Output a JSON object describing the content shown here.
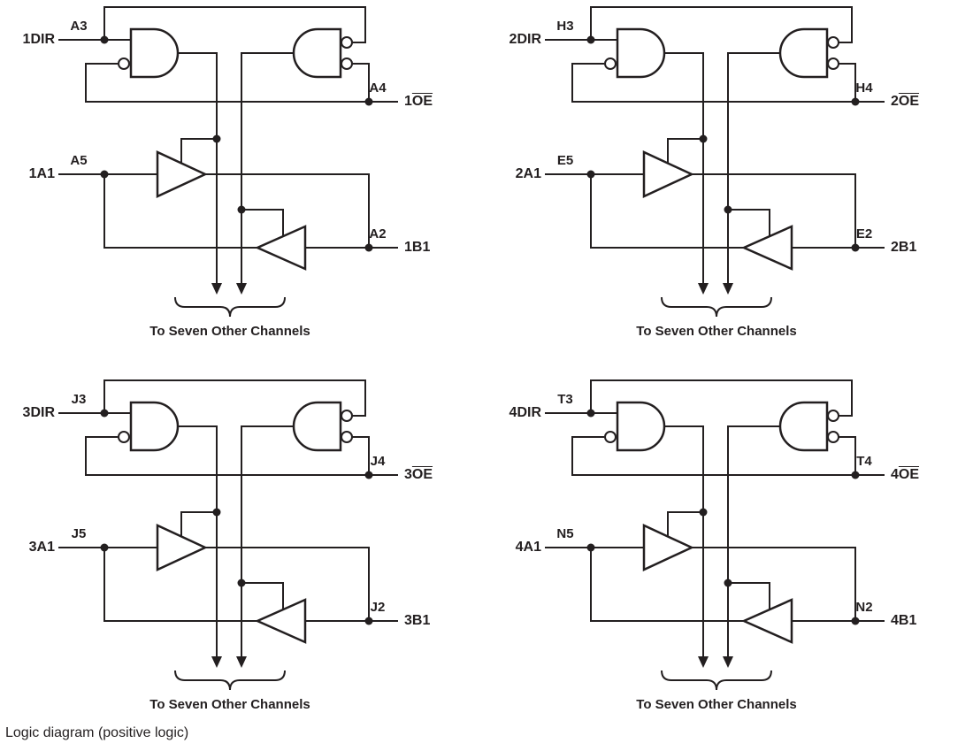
{
  "caption": "Logic diagram (positive logic)",
  "colors": {
    "line": "#231f20",
    "background": "#ffffff"
  },
  "channels": [
    {
      "dir_label": "1DIR",
      "dir_pin": "A3",
      "oe_pin": "A4",
      "oe_num": "1",
      "oe_bar": "OE",
      "a_label": "1A1",
      "a_pin": "A5",
      "b_pin": "A2",
      "b_label": "1B1",
      "note": "To Seven Other Channels"
    },
    {
      "dir_label": "2DIR",
      "dir_pin": "H3",
      "oe_pin": "H4",
      "oe_num": "2",
      "oe_bar": "OE",
      "a_label": "2A1",
      "a_pin": "E5",
      "b_pin": "E2",
      "b_label": "2B1",
      "note": "To Seven Other Channels"
    },
    {
      "dir_label": "3DIR",
      "dir_pin": "J3",
      "oe_pin": "J4",
      "oe_num": "3",
      "oe_bar": "OE",
      "a_label": "3A1",
      "a_pin": "J5",
      "b_pin": "J2",
      "b_label": "3B1",
      "note": "To Seven Other Channels"
    },
    {
      "dir_label": "4DIR",
      "dir_pin": "T3",
      "oe_pin": "T4",
      "oe_num": "4",
      "oe_bar": "OE",
      "a_label": "4A1",
      "a_pin": "N5",
      "b_pin": "N2",
      "b_label": "4B1",
      "note": "To Seven Other Channels"
    }
  ]
}
